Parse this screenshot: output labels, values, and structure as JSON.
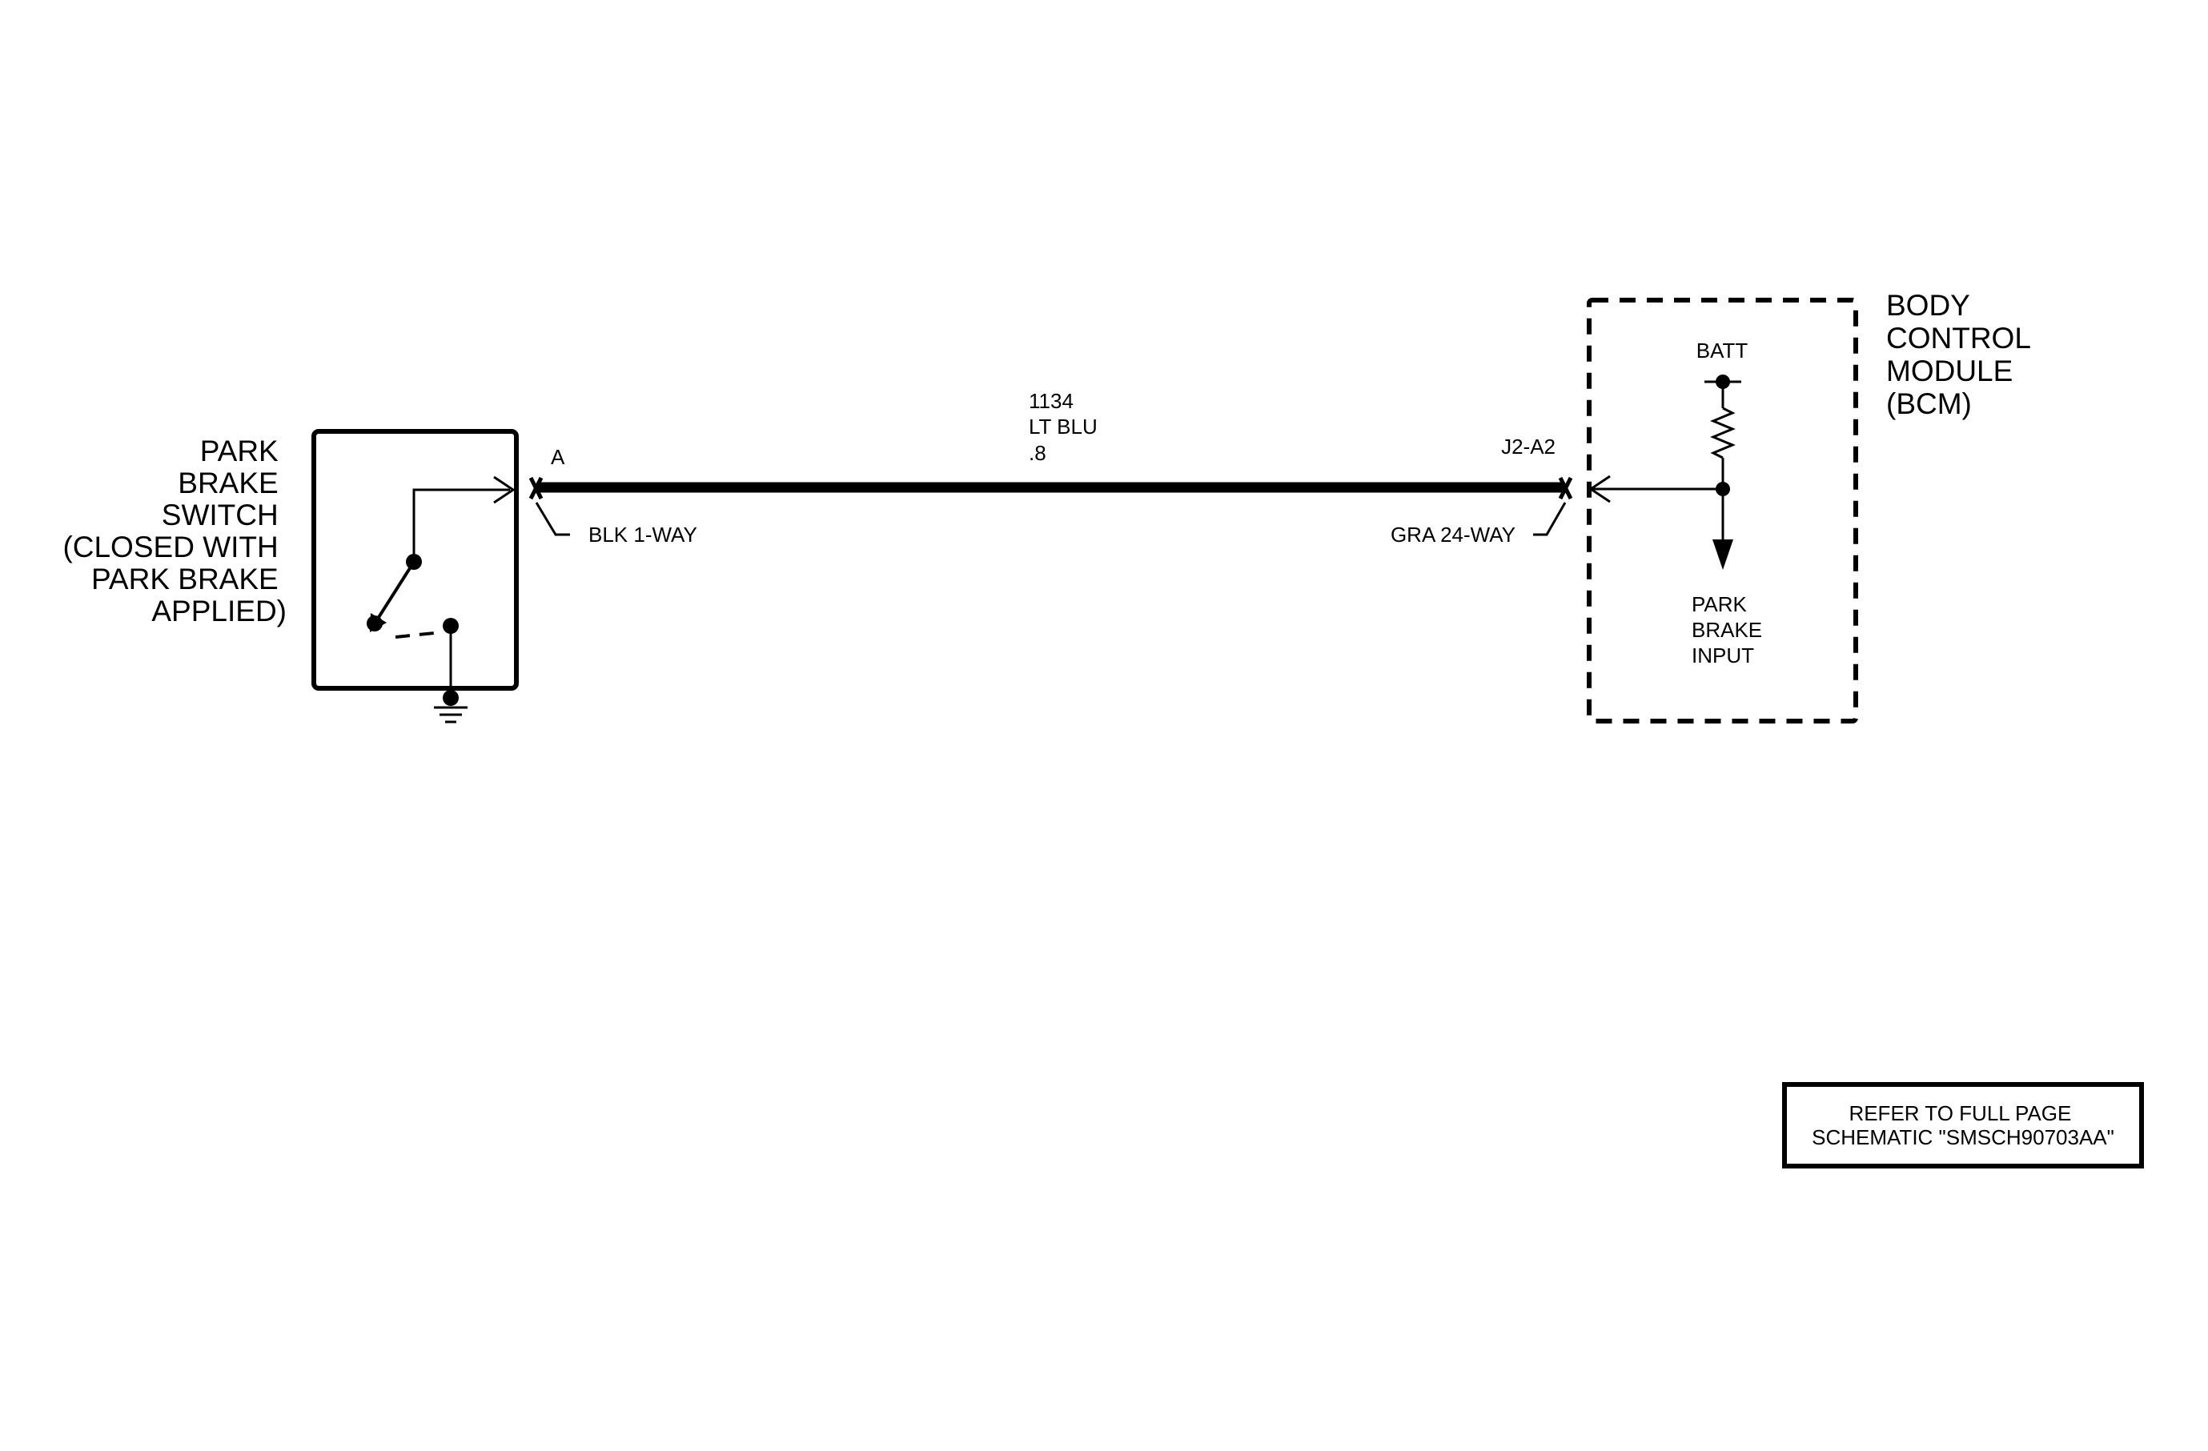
{
  "switch": {
    "label_lines": [
      "PARK",
      "BRAKE",
      "SWITCH",
      "(CLOSED WITH",
      "PARK BRAKE",
      "APPLIED)"
    ],
    "pin": "A",
    "connector": "BLK 1-WAY"
  },
  "wire": {
    "circuit": "1134",
    "color": "LT BLU",
    "gauge": ".8"
  },
  "module": {
    "label_lines": [
      "BODY",
      "CONTROL",
      "MODULE",
      "(BCM)"
    ],
    "pin": "J2-A2",
    "connector": "GRA 24-WAY",
    "batt_label": "BATT",
    "input_label_lines": [
      "PARK",
      "BRAKE",
      "INPUT"
    ]
  },
  "note": {
    "lines": [
      "REFER TO FULL PAGE",
      "SCHEMATIC \"SMSCH90703AA\""
    ]
  }
}
